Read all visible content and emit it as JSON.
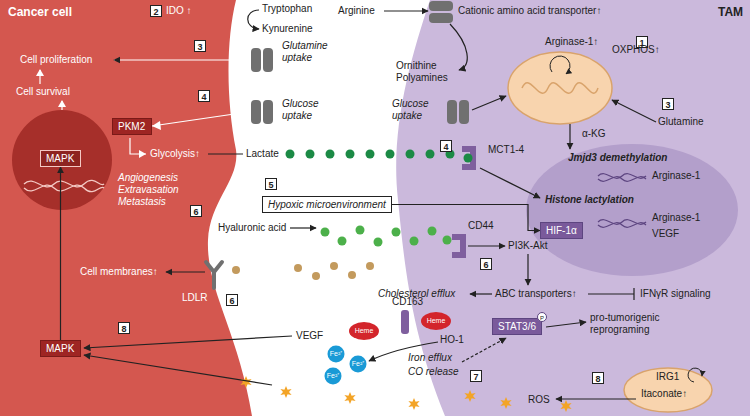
{
  "diagram": {
    "nodes": [
      {
        "text": [
          "Cancer cell"
        ]
      },
      {
        "text": [
          "MAPK"
        ],
        "in": 0
      },
      {
        "text": [
          "PKM2"
        ],
        "in": 0
      },
      {
        "text": [
          "MAPK"
        ],
        "in": 0
      },
      {
        "text": [
          "Hypoxic microenvironment"
        ]
      },
      {
        "text": [
          "TAM"
        ]
      },
      {
        "text": [
          "HIF-1α"
        ],
        "in": 5
      },
      {
        "text": [
          "STAT3/6"
        ],
        "in": 5
      }
    ],
    "edges": [
      {
        "from": 4,
        "to": 6,
        "arrow": "to"
      },
      {
        "from": 3,
        "to": 1,
        "arrow": "to"
      }
    ],
    "labels": [
      "1",
      "Arginine",
      "Cationic amino acid transporter↑",
      "Arginase-1↑",
      "Ornithine Polyamines",
      "2",
      "IDO ↑",
      "Tryptophan",
      "Kynurenine",
      "Cell proliferation",
      "3",
      "Glutamine uptake",
      "Cell survival",
      "4",
      "Glucose uptake",
      "Glycolysis↑",
      "Lactate",
      "Angiogenesis Extravasation Metastasis",
      "5",
      "6",
      "Hyaluronic acid",
      "MCT1-4",
      "OXPHOS↑",
      "3",
      "Glutamine",
      "Glucose uptake",
      "4",
      "α-KG",
      "Jmjd3 demethylation",
      "Arginase-1",
      "Histone lactylation",
      "Arginase-1",
      "VEGF",
      "CD44",
      "PI3K-Akt",
      "6",
      "ABC transporters↑",
      "IFNγR signaling",
      "Cholesterol efflux",
      "LDLR",
      "6",
      "Cell membranes↑",
      "VEGF",
      "8",
      "CD163",
      "Heme",
      "Heme",
      "HO-1",
      "Fe²⁺",
      "Fe²⁺",
      "Fe²⁺",
      "7",
      "Iron efflux",
      "CO release",
      "P",
      "pro-tumorigenic reprograming",
      "IRG1",
      "Itaconate↑",
      "8",
      "ROS"
    ]
  }
}
